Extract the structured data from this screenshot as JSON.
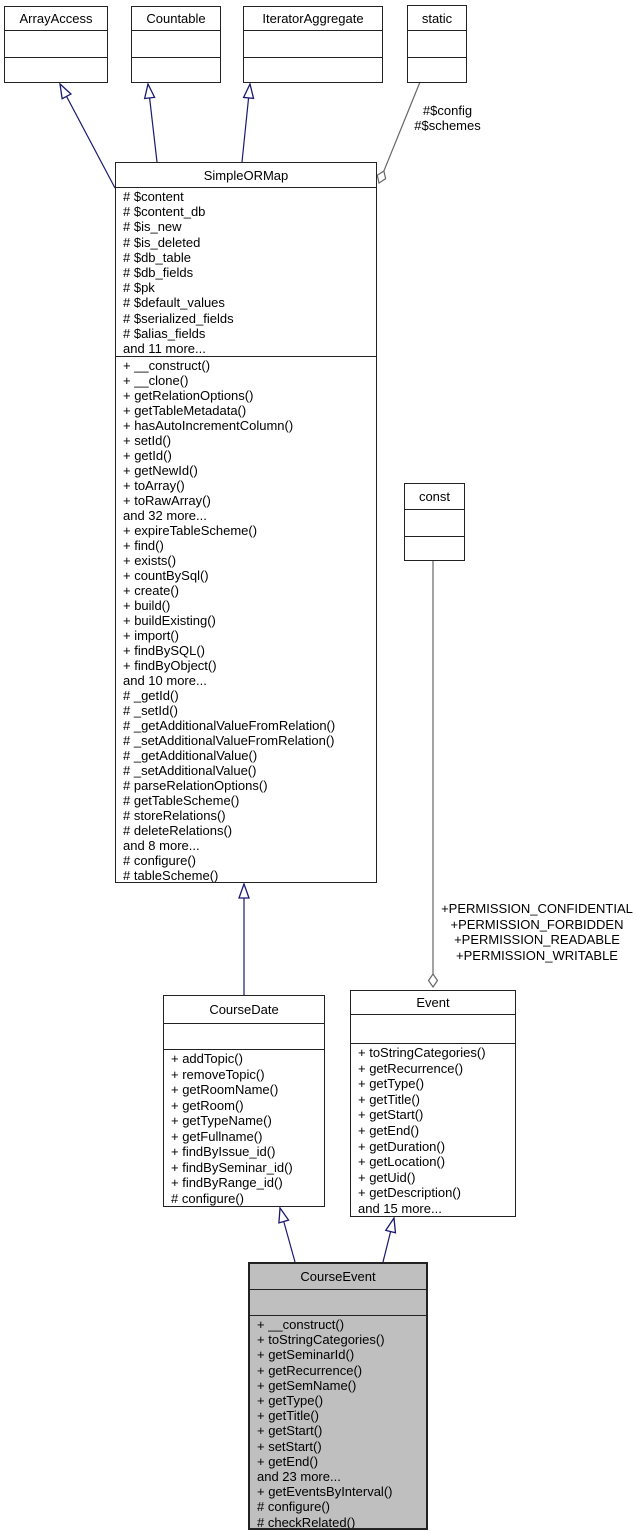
{
  "diagram": {
    "type": "uml-class-inheritance-diagram",
    "colors": {
      "inheritance_edge": "#191970",
      "aggregation_edge": "#666666",
      "highlight_fill": "#bfbfbf",
      "box_fill": "#ffffff",
      "border": "#222222"
    },
    "edge_labels": {
      "static_aggregation": [
        "#$config",
        "#$schemes"
      ],
      "const_aggregation": [
        "+PERMISSION_CONFIDENTIAL",
        "+PERMISSION_FORBIDDEN",
        "+PERMISSION_READABLE",
        "+PERMISSION_WRITABLE"
      ]
    }
  },
  "classes": {
    "array_access": {
      "name": "ArrayAccess",
      "attributes": [],
      "methods": []
    },
    "countable": {
      "name": "Countable",
      "attributes": [],
      "methods": []
    },
    "iterator_aggregate": {
      "name": "IteratorAggregate",
      "attributes": [],
      "methods": []
    },
    "static": {
      "name": "static",
      "attributes": [],
      "methods": []
    },
    "const": {
      "name": "const",
      "attributes": [],
      "methods": []
    },
    "simple_or_map": {
      "name": "SimpleORMap",
      "attributes": [
        "# $content",
        "# $content_db",
        "# $is_new",
        "# $is_deleted",
        "# $db_table",
        "# $db_fields",
        "# $pk",
        "# $default_values",
        "# $serialized_fields",
        "# $alias_fields",
        "and 11 more..."
      ],
      "methods": [
        "+ __construct()",
        "+ __clone()",
        "+ getRelationOptions()",
        "+ getTableMetadata()",
        "+ hasAutoIncrementColumn()",
        "+ setId()",
        "+ getId()",
        "+ getNewId()",
        "+ toArray()",
        "+ toRawArray()",
        "and 32 more...",
        "+ expireTableScheme()",
        "+ find()",
        "+ exists()",
        "+ countBySql()",
        "+ create()",
        "+ build()",
        "+ buildExisting()",
        "+ import()",
        "+ findBySQL()",
        "+ findByObject()",
        "and 10 more...",
        "# _getId()",
        "# _setId()",
        "# _getAdditionalValueFromRelation()",
        "# _setAdditionalValueFromRelation()",
        "# _getAdditionalValue()",
        "# _setAdditionalValue()",
        "# parseRelationOptions()",
        "# getTableScheme()",
        "# storeRelations()",
        "# deleteRelations()",
        "and 8 more...",
        "# configure()",
        "# tableScheme()"
      ]
    },
    "course_date": {
      "name": "CourseDate",
      "attributes": [],
      "methods": [
        "+ addTopic()",
        "+ removeTopic()",
        "+ getRoomName()",
        "+ getRoom()",
        "+ getTypeName()",
        "+ getFullname()",
        "+ findByIssue_id()",
        "+ findBySeminar_id()",
        "+ findByRange_id()",
        "# configure()"
      ]
    },
    "event": {
      "name": "Event",
      "attributes": [],
      "methods": [
        "+ toStringCategories()",
        "+ getRecurrence()",
        "+ getType()",
        "+ getTitle()",
        "+ getStart()",
        "+ getEnd()",
        "+ getDuration()",
        "+ getLocation()",
        "+ getUid()",
        "+ getDescription()",
        "and 15 more..."
      ]
    },
    "course_event": {
      "name": "CourseEvent",
      "attributes": [],
      "methods": [
        "+ __construct()",
        "+ toStringCategories()",
        "+ getSeminarId()",
        "+ getRecurrence()",
        "+ getSemName()",
        "+ getType()",
        "+ getTitle()",
        "+ getStart()",
        "+ setStart()",
        "+ getEnd()",
        "and 23 more...",
        "+ getEventsByInterval()",
        "# configure()",
        "# checkRelated()"
      ]
    }
  }
}
